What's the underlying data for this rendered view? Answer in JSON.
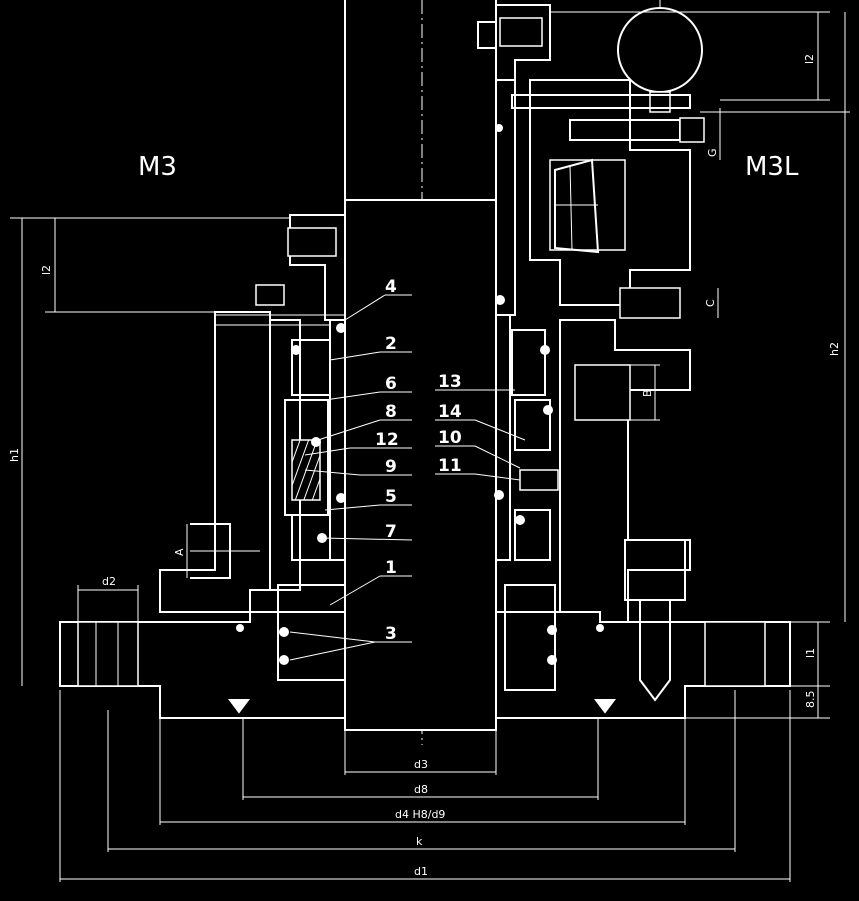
{
  "variants": {
    "left": "M3",
    "right": "M3L"
  },
  "part_numbers": {
    "n1": "1",
    "n2": "2",
    "n3": "3",
    "n4": "4",
    "n5": "5",
    "n6": "6",
    "n7": "7",
    "n8": "8",
    "n9": "9",
    "n10": "10",
    "n11": "11",
    "n12": "12",
    "n13": "13",
    "n14": "14"
  },
  "dimensions": {
    "d1": "d1",
    "d2": "d2",
    "d3": "d3",
    "d4": "d4 H8/d9",
    "d8": "d8",
    "k": "k",
    "l1": "l1",
    "l2_left": "l2",
    "l2_right": "l2",
    "h1": "h1",
    "h2": "h2",
    "A": "A",
    "B": "B",
    "C": "C",
    "G": "G",
    "gap": "8.5"
  },
  "colors": {
    "background": "#000000",
    "lines": "#ffffff"
  }
}
